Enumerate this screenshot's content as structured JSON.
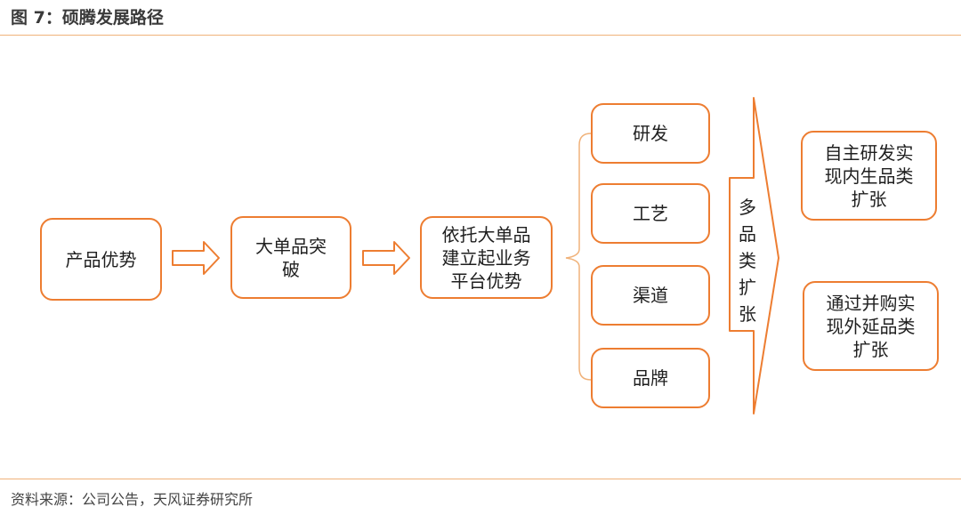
{
  "figure": {
    "title": "图 7：硕腾发展路径",
    "source": "资料来源：公司公告，天风证券研究所"
  },
  "diagram": {
    "stage1": "产品优势",
    "stage2": "大单品突破",
    "stage3": "依托大单品建立起业务平台优势",
    "branches": [
      "研发",
      "工艺",
      "渠道",
      "品牌"
    ],
    "expansion": [
      "多",
      "品",
      "类",
      "扩",
      "张"
    ],
    "outcome1": "自主研发实现内生品类扩张",
    "outcome2": "通过并购实现外延品类扩张"
  },
  "colors": {
    "accent": "#ed7d31",
    "rule": "#f0b27a"
  }
}
